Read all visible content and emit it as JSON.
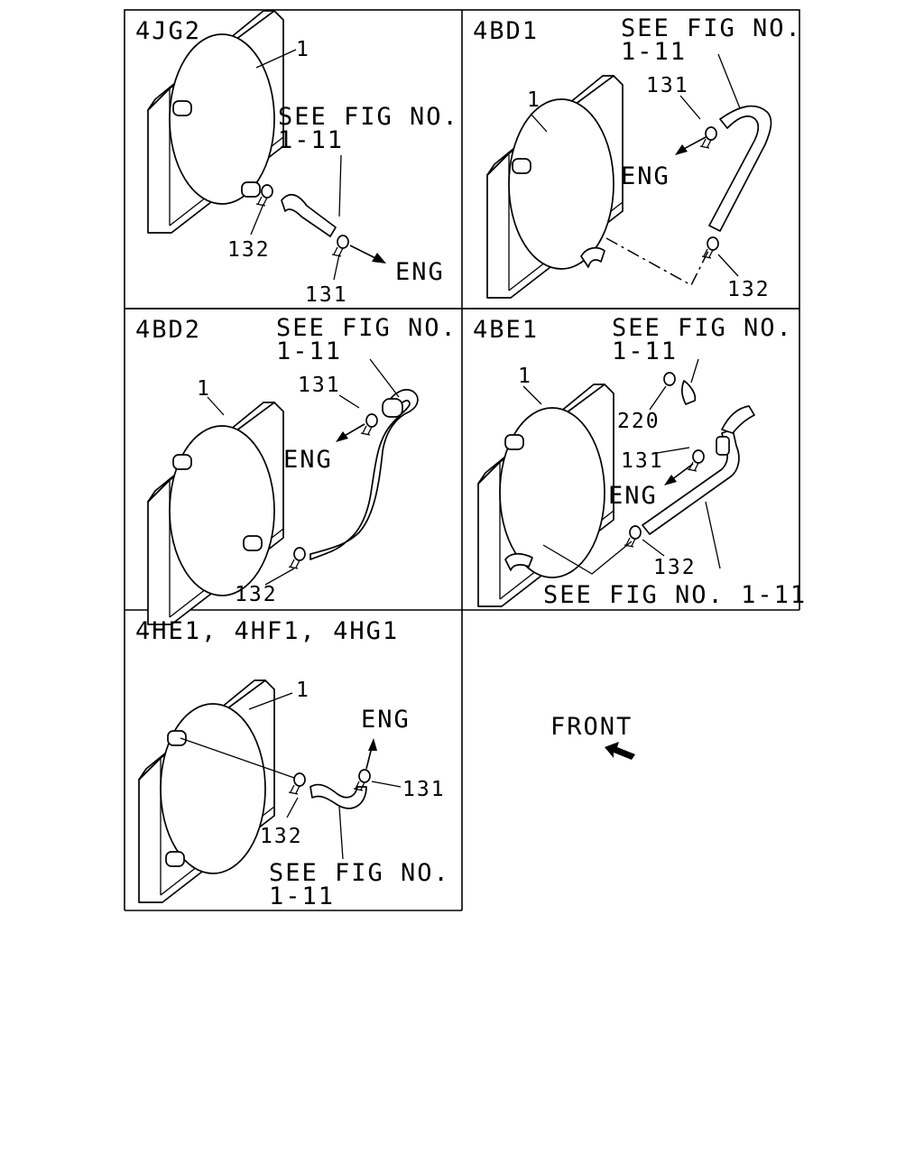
{
  "panels": {
    "p4jg2": {
      "title": "4JG2",
      "ref_line1": "SEE FIG NO.",
      "ref_line2": "1-11",
      "callout_1": "1",
      "callout_132": "132",
      "callout_131": "131",
      "eng": "ENG"
    },
    "p4bd1": {
      "title": "4BD1",
      "ref_line1": "SEE FIG NO.",
      "ref_line2": "1-11",
      "callout_1": "1",
      "callout_131": "131",
      "callout_132": "132",
      "eng": "ENG"
    },
    "p4bd2": {
      "title": "4BD2",
      "ref_line1": "SEE FIG NO.",
      "ref_line2": "1-11",
      "callout_1": "1",
      "callout_131": "131",
      "callout_132": "132",
      "eng": "ENG"
    },
    "p4be1": {
      "title": "4BE1",
      "ref_line1": "SEE FIG NO.",
      "ref_line2": "1-11",
      "callout_1": "1",
      "callout_220": "220",
      "callout_131": "131",
      "callout_132": "132",
      "eng": "ENG",
      "ref_bottom": "SEE FIG NO. 1-11"
    },
    "p4he1": {
      "title": "4HE1, 4HF1, 4HG1",
      "callout_1": "1",
      "callout_131": "131",
      "callout_132": "132",
      "eng": "ENG",
      "ref_line1": "SEE FIG NO.",
      "ref_line2": "1-11"
    }
  },
  "front_label": "FRONT",
  "icons": {
    "front_arrow": "front-arrow-icon"
  }
}
